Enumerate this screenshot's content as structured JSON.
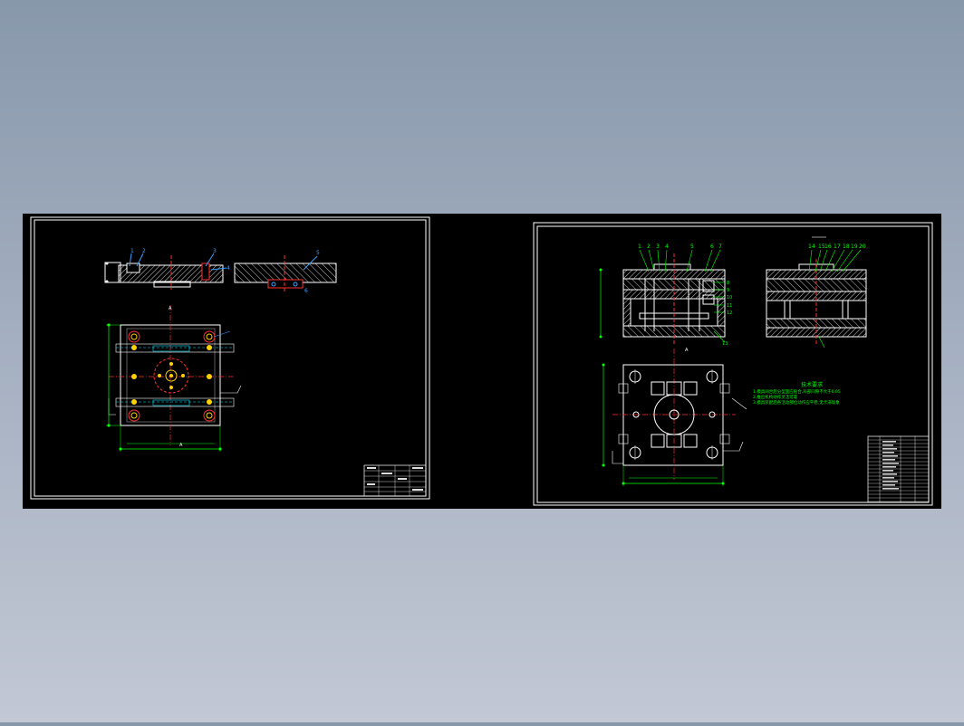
{
  "colors": {
    "background_top": "#8898ab",
    "background_bottom": "#c2c8d4",
    "canvas": "#000000",
    "frame": "#ffffff",
    "outline": "#00ff00",
    "hatch": "#ffffff",
    "dimension": "#00ff00",
    "leader": "#3aa0ff",
    "accent_red": "#ff3030",
    "accent_yellow": "#ffd200",
    "accent_cyan": "#00e5ff"
  },
  "sheet_left": {
    "balloons": [
      "1",
      "2",
      "3",
      "4",
      "5",
      "6"
    ],
    "dimension_labels": [
      "A",
      "A"
    ]
  },
  "sheet_right": {
    "balloons_top": [
      "1",
      "2",
      "3",
      "4",
      "5",
      "6",
      "7"
    ],
    "balloons_side": [
      "8",
      "9",
      "10",
      "11",
      "12",
      "13"
    ],
    "balloons_right": [
      "14",
      "15",
      "16",
      "17",
      "18",
      "19",
      "20"
    ],
    "section_mark": "A",
    "notes_title": "技术要求",
    "notes": [
      "1.模具闭合后分型面应贴合,局部间隙不大于0.05",
      "2.推出机构动作灵活可靠",
      "3.模具装配后各活动部位动作应平稳,无卡滞现象"
    ]
  }
}
